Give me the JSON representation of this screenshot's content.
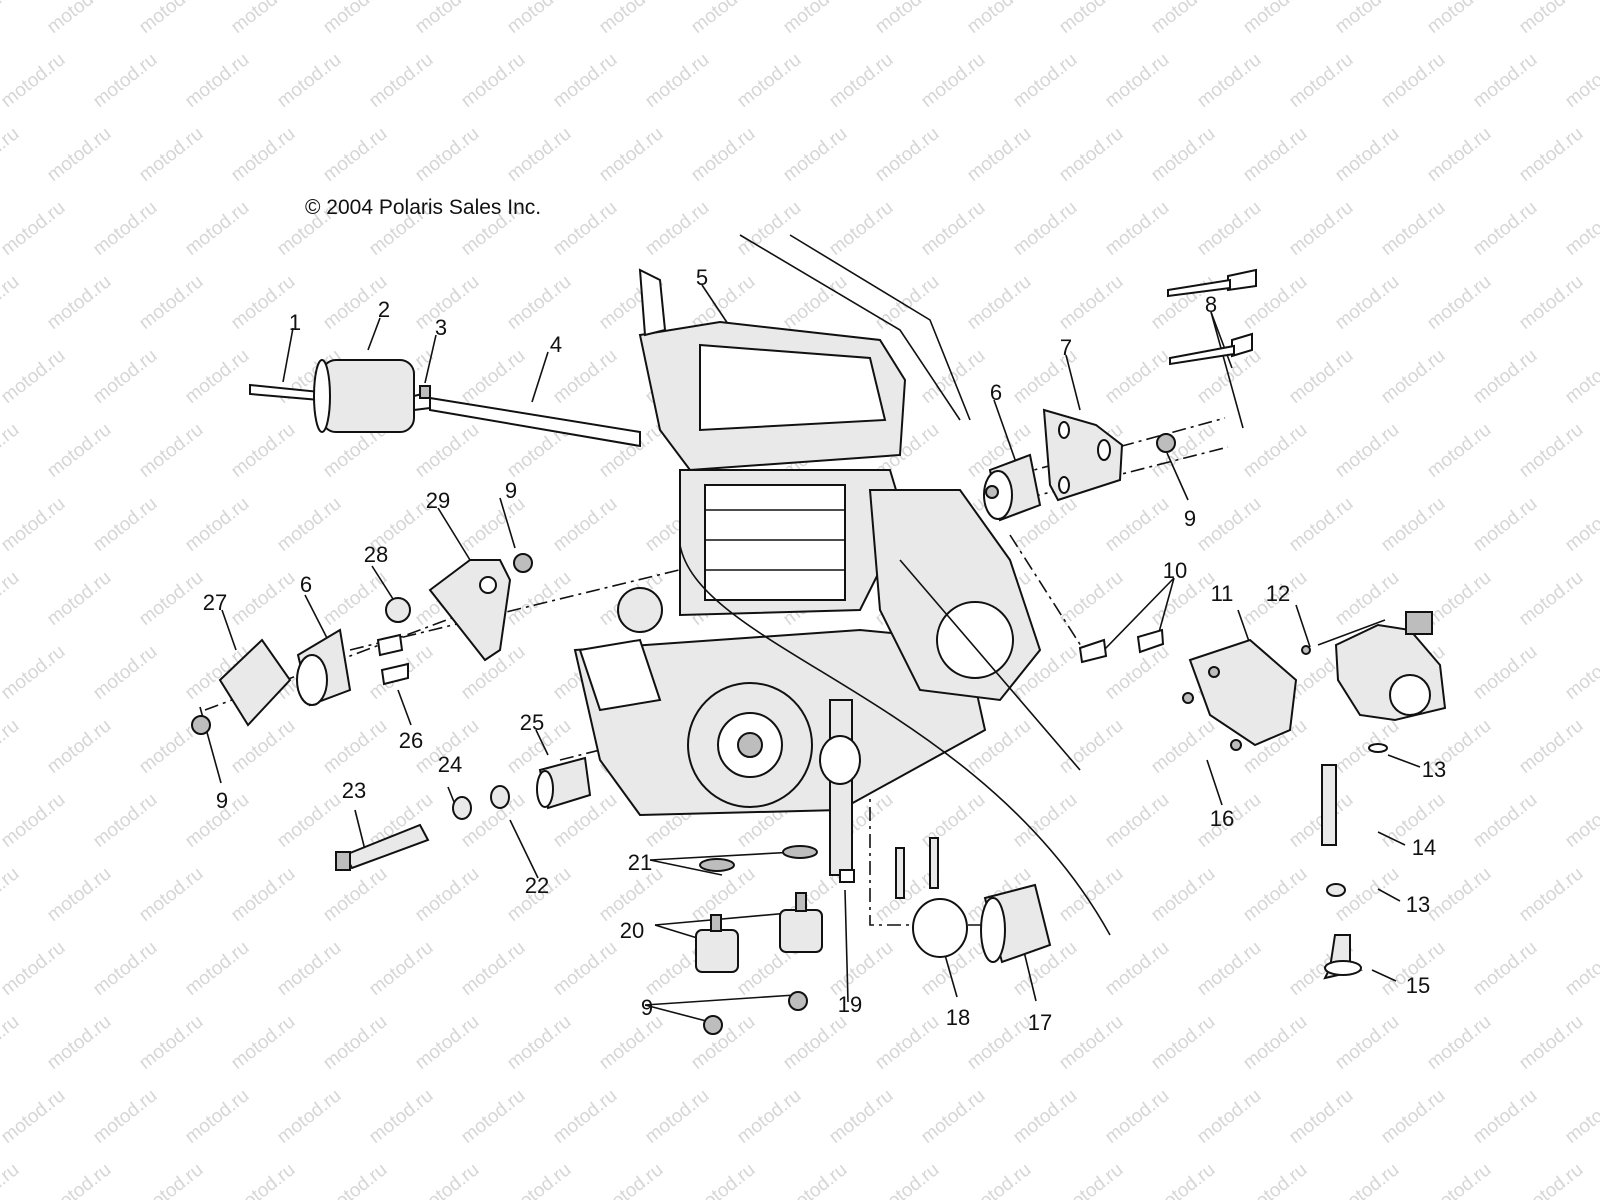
{
  "copyright": "© 2004 Polaris Sales Inc.",
  "watermark": "motod.ru",
  "callouts": [
    "1",
    "2",
    "3",
    "4",
    "5",
    "6",
    "6",
    "7",
    "8",
    "9",
    "9",
    "9",
    "9",
    "10",
    "11",
    "12",
    "13",
    "13",
    "14",
    "15",
    "16",
    "17",
    "18",
    "19",
    "20",
    "21",
    "22",
    "23",
    "24",
    "25",
    "26",
    "27",
    "28",
    "29"
  ],
  "icons": [
    "engine-block-icon",
    "fuel-filter-icon",
    "engine-mount-icon",
    "bracket-icon",
    "throttle-body-icon",
    "bolt-icon",
    "nut-icon",
    "washer-icon",
    "clamp-icon",
    "boot-icon"
  ]
}
